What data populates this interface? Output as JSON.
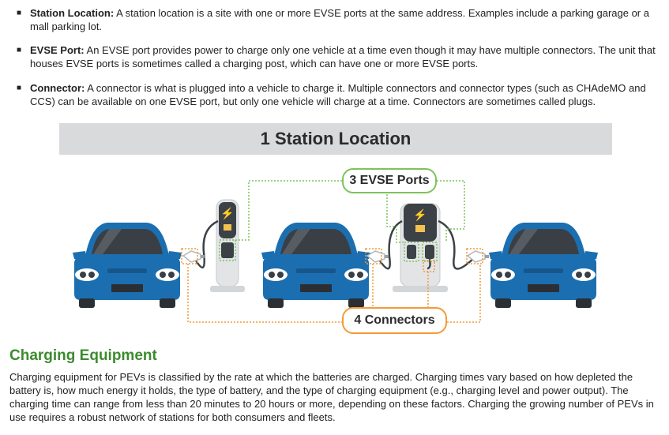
{
  "bullets": [
    {
      "term": "Station Location:",
      "text": " A station location is a site with one or more EVSE ports at the same address. Examples include a parking garage or a mall parking lot."
    },
    {
      "term": "EVSE Port:",
      "text": " An EVSE port provides power to charge only one vehicle at a time even though it may have multiple connectors. The unit that houses EVSE ports is sometimes called a charging post, which can have one or more EVSE ports."
    },
    {
      "term": "Connector:",
      "text": " A connector is what is plugged into a vehicle to charge it. Multiple connectors and connector types (such as CHAdeMO and CCS) can be available on one EVSE port, but only one vehicle will charge at a time. Connectors are sometimes called plugs."
    }
  ],
  "diagram": {
    "banner_label": "1 Station Location",
    "evse_label": "3 EVSE Ports",
    "connectors_label": "4 Connectors",
    "colors": {
      "car": "#1b6fb0",
      "evse_outline": "#7dc35b",
      "connector_outline": "#f39a3a",
      "banner": "#d8dadc"
    }
  },
  "section": {
    "title": "Charging Equipment",
    "paragraph": "Charging equipment for PEVs is classified by the rate at which the batteries are charged. Charging times vary based on how depleted the battery is, how much energy it holds, the type of battery, and the type of charging equipment (e.g., charging level and power output). The charging time can range from less than 20 minutes to 20 hours or more, depending on these factors. Charging the growing number of PEVs in use requires a robust network of stations for both consumers and fleets."
  }
}
